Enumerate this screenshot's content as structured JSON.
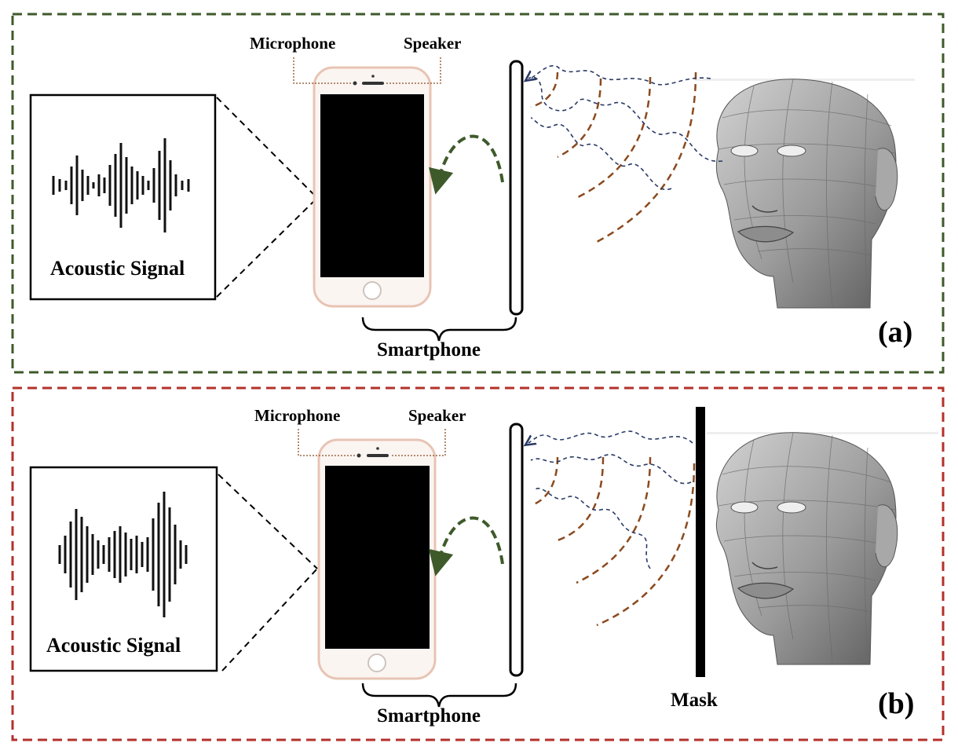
{
  "panels": [
    {
      "id": "a",
      "tag": "(a)",
      "border_color": "#3e5a2a",
      "microphone_label": "Microphone",
      "speaker_label": "Speaker",
      "signal_label": "Acoustic Signal",
      "smartphone_label": "Smartphone",
      "has_mask": false
    },
    {
      "id": "b",
      "tag": "(b)",
      "border_color": "#b3312b",
      "microphone_label": "Microphone",
      "speaker_label": "Speaker",
      "signal_label": "Acoustic Signal",
      "smartphone_label": "Smartphone",
      "mask_label": "Mask",
      "has_mask": true
    }
  ],
  "colors": {
    "echo_wave": "#8b4a1e",
    "reflection_path": "#2a3a66",
    "feedback_arrow": "#3e5a2a",
    "phone_frame": "#e8c4b4",
    "screen": "#000000"
  },
  "icons": {
    "phone": "smartphone-front-icon",
    "phone_side": "smartphone-side-icon",
    "head": "face-mesh-head-icon",
    "waveform": "sound-waveform-icon"
  }
}
